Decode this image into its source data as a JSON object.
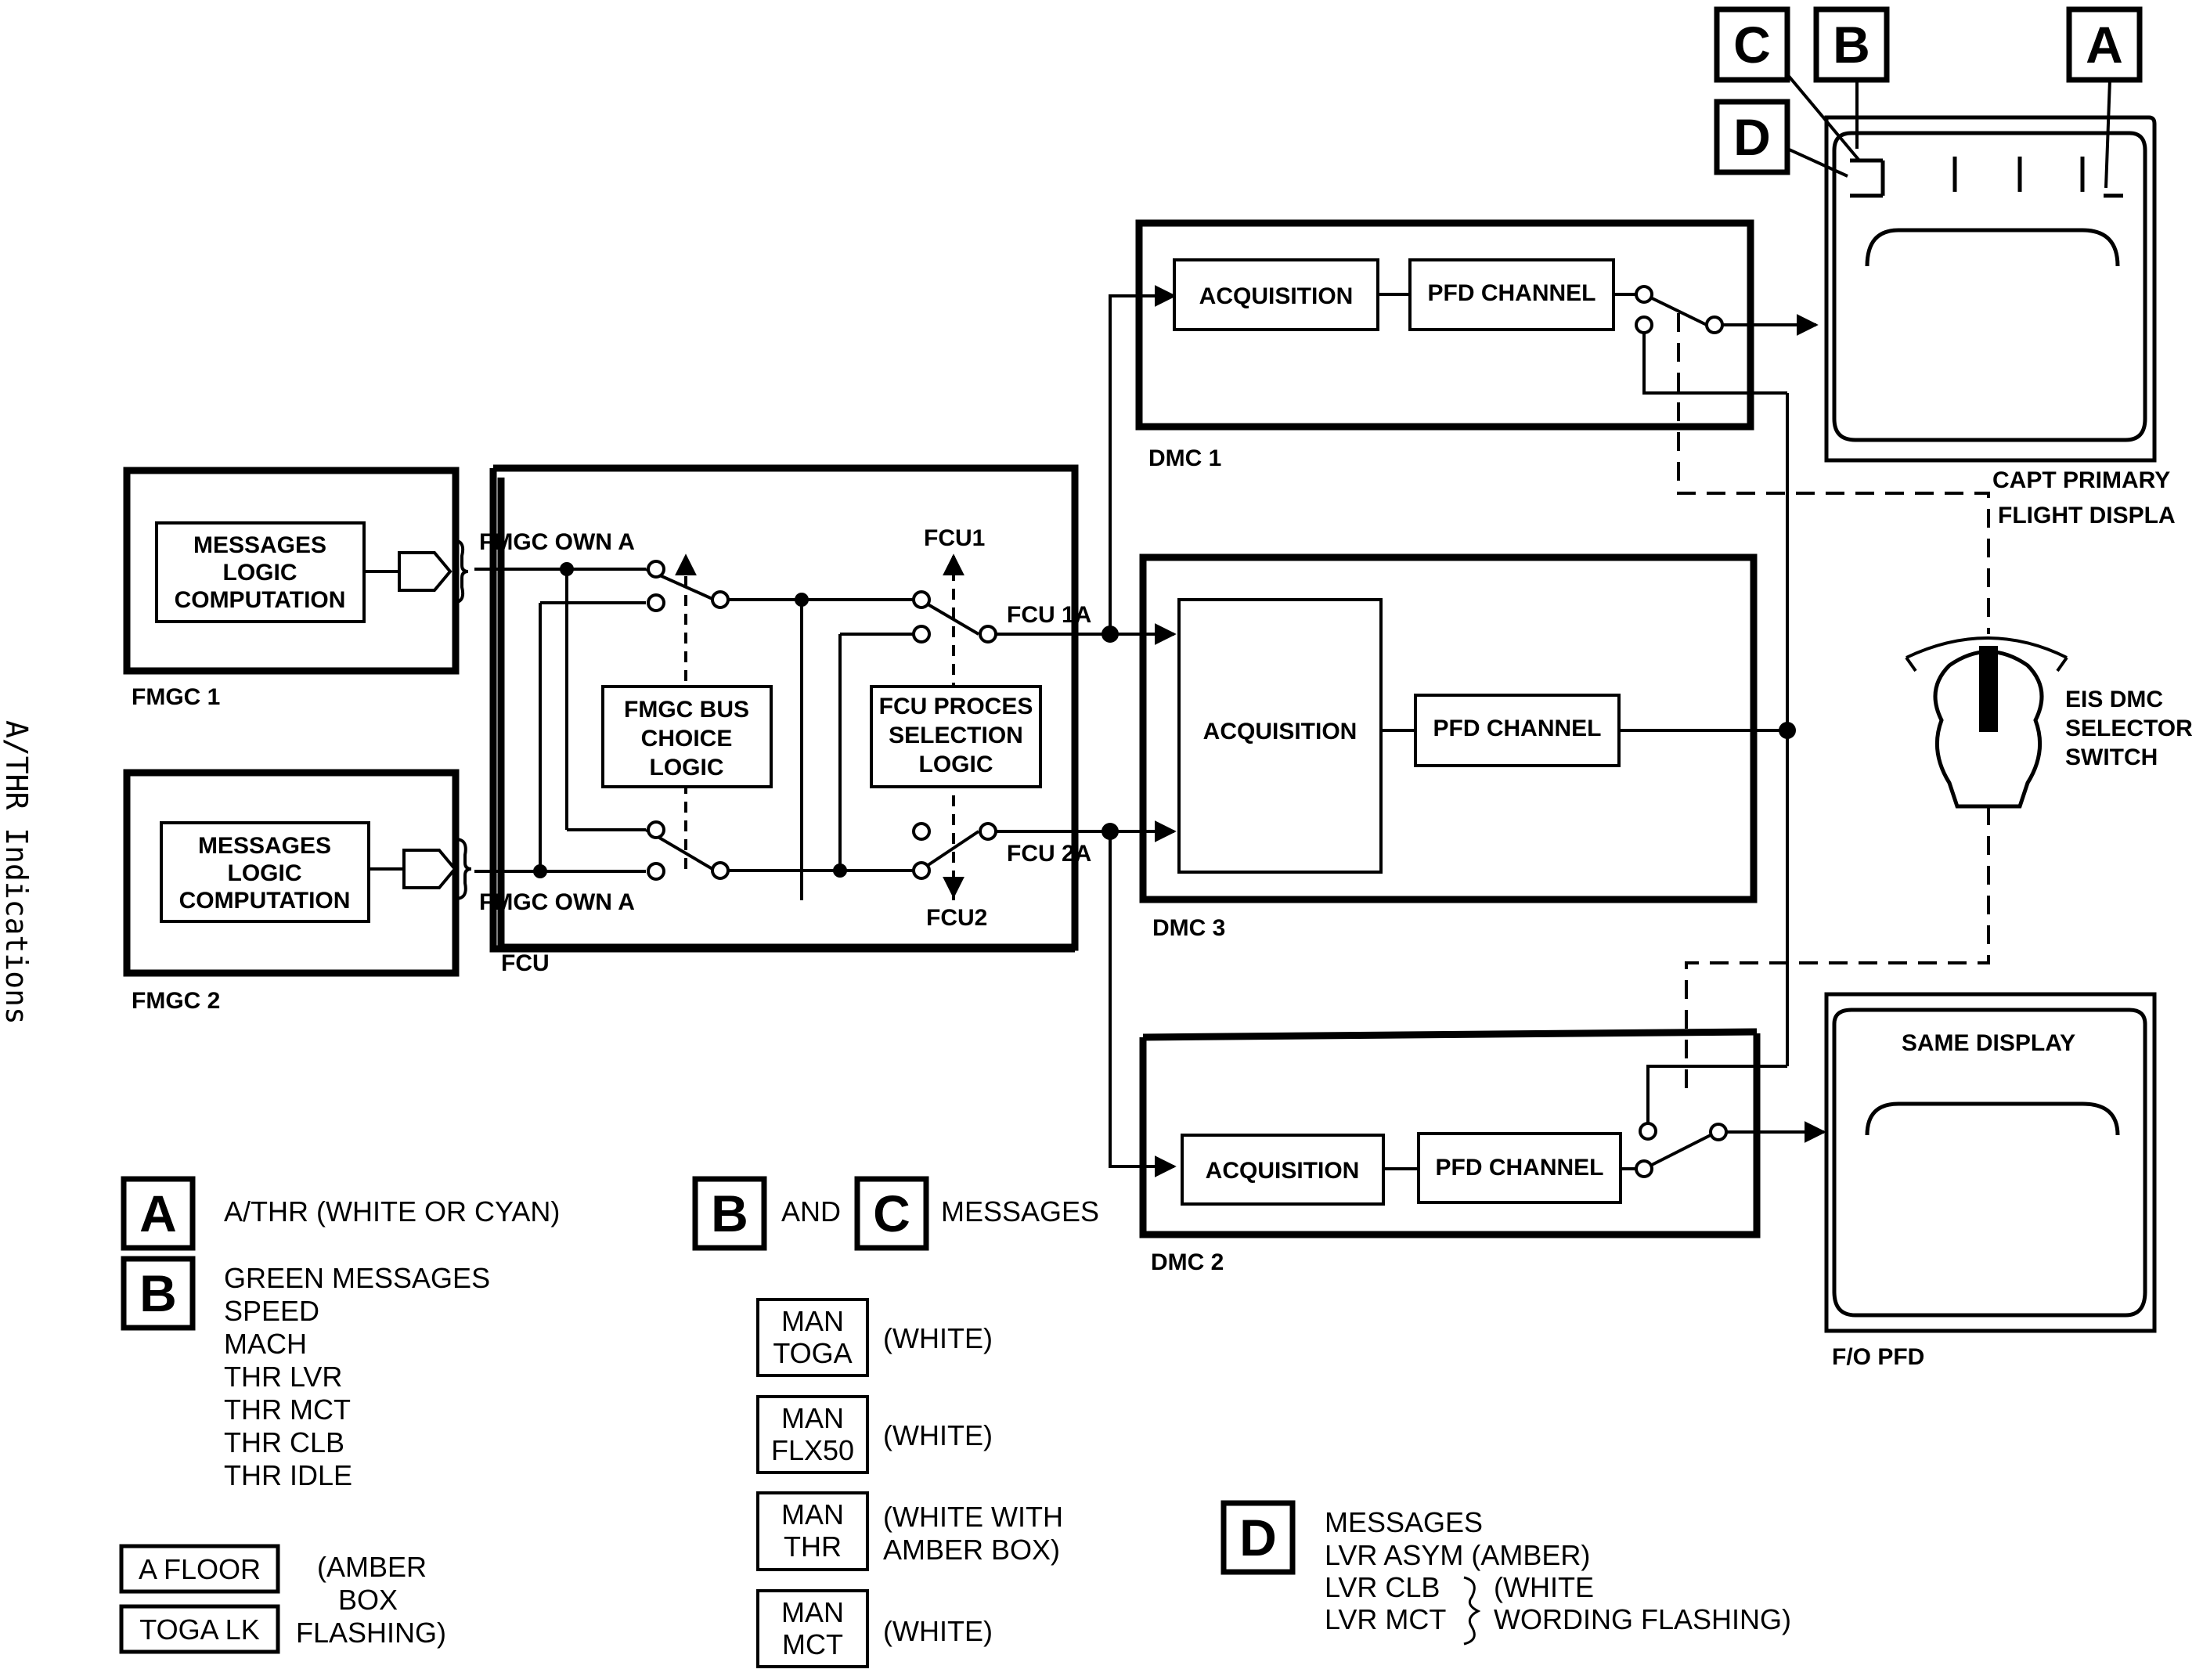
{
  "side_title": "A/THR Indications",
  "blocks": {
    "fmgc1": {
      "label": "FMGC 1",
      "inner": [
        "MESSAGES",
        "LOGIC",
        "COMPUTATION"
      ]
    },
    "fmgc2": {
      "label": "FMGC  2",
      "inner": [
        "MESSAGES",
        "LOGIC",
        "COMPUTATION"
      ]
    },
    "fcu": {
      "label": "FCU",
      "own_a_top": "FMGC OWN A",
      "own_a_bottom": "FMGC OWN A",
      "bus_logic": [
        "FMGC BUS",
        "CHOICE",
        "LOGIC"
      ],
      "proc_logic": [
        "FCU PROCES",
        "SELECTION",
        "LOGIC"
      ],
      "fcu1": "FCU1",
      "fcu2": "FCU2",
      "fcu1a": "FCU 1A",
      "fcu2a": "FCU 2A"
    },
    "dmc1": {
      "label": "DMC 1",
      "acq": "ACQUISITION",
      "pfd": "PFD CHANNEL"
    },
    "dmc3": {
      "label": "DMC 3",
      "acq": "ACQUISITION",
      "pfd": "PFD CHANNEL"
    },
    "dmc2": {
      "label": "DMC 2",
      "acq": "ACQUISITION",
      "pfd": "PFD CHANNEL"
    },
    "capt_pfd": {
      "label_1": "CAPT PRIMARY",
      "label_2": "FLIGHT DISPLA"
    },
    "fo_pfd": {
      "label": "F/O PFD",
      "inner": "SAME DISPLAY"
    },
    "selector": {
      "lines": [
        "EIS DMC",
        "SELECTOR",
        "SWITCH"
      ]
    }
  },
  "callouts": {
    "a": "A",
    "b": "B",
    "c": "C",
    "d": "D"
  },
  "legend": {
    "a": {
      "letter": "A",
      "text": "A/THR (WHITE OR CYAN)"
    },
    "b": {
      "letter": "B",
      "lines": [
        "GREEN MESSAGES",
        "SPEED",
        "MACH",
        "THR LVR",
        "THR MCT",
        "THR CLB",
        "THR IDLE"
      ]
    },
    "amber_boxes": [
      "A FLOOR",
      "TOGA LK"
    ],
    "amber_note": [
      "(AMBER",
      "BOX",
      "FLASHING)"
    ],
    "bc": {
      "b_letter": "B",
      "and": "AND",
      "c_letter": "C",
      "messages": "MESSAGES"
    },
    "man_items": [
      {
        "lines": [
          "MAN",
          "TOGA"
        ],
        "note": [
          "(WHITE)"
        ]
      },
      {
        "lines": [
          "MAN",
          "FLX50"
        ],
        "note": [
          "(WHITE)"
        ]
      },
      {
        "lines": [
          "MAN",
          "THR"
        ],
        "note": [
          "(WHITE WITH",
          "AMBER BOX)"
        ]
      },
      {
        "lines": [
          "MAN",
          "MCT"
        ],
        "note": [
          "(WHITE)"
        ]
      }
    ],
    "d": {
      "letter": "D",
      "lines": [
        "MESSAGES",
        "LVR ASYM  (AMBER)",
        "LVR CLB",
        "LVR MCT"
      ],
      "note": [
        "(WHITE",
        "WORDING FLASHING)"
      ]
    }
  },
  "colors": {
    "ink": "#000000",
    "paper": "#ffffff"
  }
}
